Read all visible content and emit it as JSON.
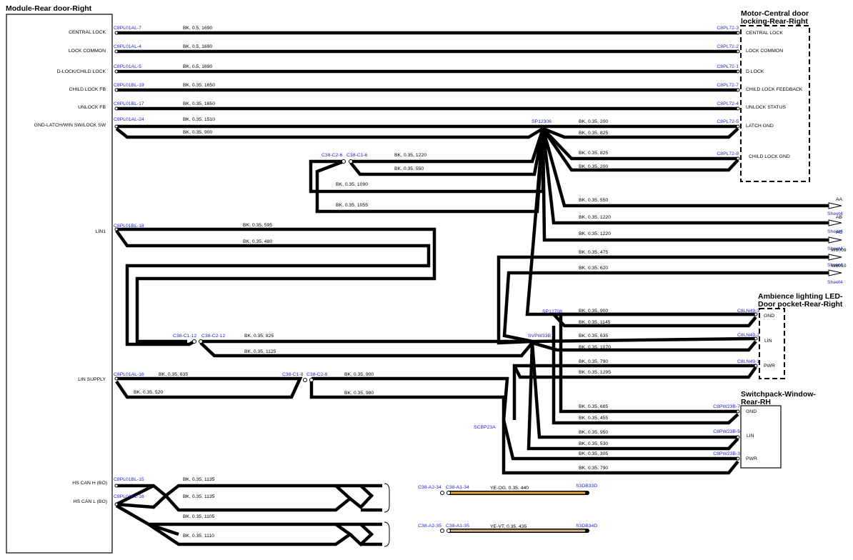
{
  "title": "Module-Rear door-Right",
  "module_pins": [
    {
      "id": "central_lock",
      "label": "CENTRAL LOCK"
    },
    {
      "id": "lock_common",
      "label": "LOCK COMMON"
    },
    {
      "id": "dlock",
      "label": "D-LOCK/CHILD LOCK"
    },
    {
      "id": "child_lock_fb",
      "label": "CHILD LOCK FB"
    },
    {
      "id": "unlock_fb",
      "label": "UNLOCK FB"
    },
    {
      "id": "gnd_latch",
      "label": "GND-LATCH/WIN SW/LOCK SW"
    },
    {
      "id": "lin1",
      "label": "LIN1"
    },
    {
      "id": "lin_supply",
      "label": "LIN SUPPLY"
    },
    {
      "id": "hs_can_h",
      "label": "HS CAN H (BO)"
    },
    {
      "id": "hs_can_l",
      "label": "HS CAN L (BO)"
    }
  ],
  "components": [
    {
      "id": "motor",
      "title_lines": [
        "Motor-Central door",
        "locking-Rear-Right"
      ],
      "pins": [
        "CENTRAL LOCK",
        "LOCK COMMON",
        "D LOCK",
        "CHILD LOCK FEEDBACK",
        "UNLOCK STATUS",
        "LATCH GND",
        "CHILD LOCK GND"
      ]
    },
    {
      "id": "ambience",
      "title_lines": [
        "Ambience lighting LED-",
        "Door pocket-Rear-Right"
      ],
      "pins": [
        "GND",
        "LIN",
        "PWR"
      ]
    },
    {
      "id": "switchpack",
      "title_lines": [
        "Switchpack-Window-",
        "Rear-RH"
      ],
      "pins": [
        "GND",
        "LIN",
        "PWR"
      ]
    }
  ],
  "splices": [
    "SP12306",
    "SP12708",
    "SVPW33B",
    "SCBP23A"
  ],
  "connectors": [
    "C38-C2-6",
    "C38-C1-6",
    "C38-C1-12",
    "C38-C2-12",
    "C38-C1-8",
    "C38-C2-8",
    "C38-A2-34",
    "C38-A1-34",
    "C38-A2-35",
    "C38-A1-35",
    "S3DB33D",
    "S3DB34D"
  ],
  "connector_ids": [
    "C8PL01AL-7",
    "C8PL01AL-4",
    "C8PL01AL-5",
    "C8PL01BL-19",
    "C8PL01BL-17",
    "C8PL01AL-24",
    "C8PL01BL-18",
    "C8PL01AL-16",
    "C8PL01BL-15",
    "C8PL01BL-16",
    "C8PL72-3",
    "C8PL72-2",
    "C8PL72-1",
    "C8PL72-7",
    "C8PL72-4",
    "C8PL72-5",
    "C8PL72-8",
    "C8LN49-3",
    "C8LN49-2",
    "C8LN49-1",
    "C8PW23B-7",
    "C8PW23B-5",
    "C8PW23B-3"
  ],
  "wire_specs": [
    "BK, 0.5, 1690",
    "BK, 0.35, 1650",
    "BK, 0.35, 1510",
    "BK, 0.35, 900",
    "BK, 0.35, 200",
    "BK, 0.35, 825",
    "BK, 0.35, 1220",
    "BK, 0.35, 550",
    "BK, 0.35, 1090",
    "BK, 0.35, 1055",
    "BK, 0.35, 595",
    "BK, 0.35, 480",
    "BK, 0.35, 475",
    "BK, 0.35, 620",
    "BK, 0.35, 1145",
    "BK, 0.35, 635",
    "BK, 0.35, 1070",
    "BK, 0.35, 1125",
    "BK, 0.35, 790",
    "BK, 0.35, 1295",
    "BK, 0.35, 520",
    "BK, 0.35, 980",
    "BK, 0.35, 685",
    "BK, 0.35, 455",
    "BK, 0.35, 950",
    "BK, 0.35, 530",
    "BK, 0.35, 305",
    "BK, 0.35, 1135",
    "BK, 0.35, 1105",
    "BK, 0.35, 1110",
    "YE-OG, 0.35, 440",
    "YE-VT, 0.35, 435"
  ],
  "offsheet": [
    "AA",
    "AB",
    "AC",
    "W8009",
    "W8010"
  ],
  "sheet_ref": "Sheet4",
  "colors": {
    "wire": "#000000",
    "id_text": "#1f1fcf",
    "ye_og": "#e8a642",
    "ye_vt": "#d8b480",
    "ye": "#e6c34a"
  }
}
